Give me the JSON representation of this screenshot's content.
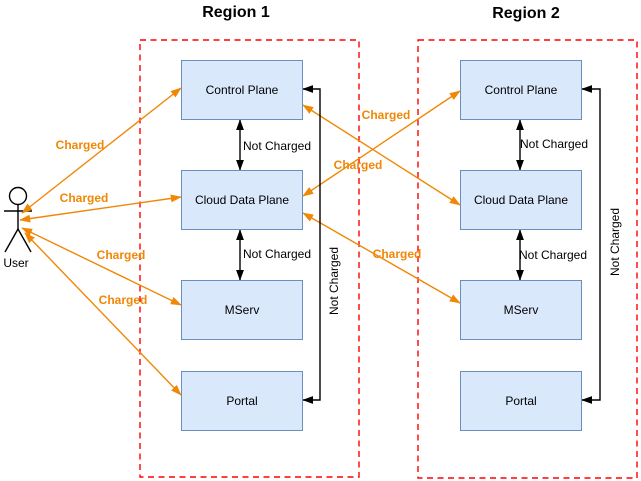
{
  "diagram_title": "",
  "actor": {
    "label": "User"
  },
  "regions": [
    {
      "title": "Region 1",
      "nodes": [
        {
          "label": "Control Plane"
        },
        {
          "label": "Cloud Data Plane"
        },
        {
          "label": "MServ"
        },
        {
          "label": "Portal"
        }
      ]
    },
    {
      "title": "Region 2",
      "nodes": [
        {
          "label": "Control Plane"
        },
        {
          "label": "Cloud Data Plane"
        },
        {
          "label": "MServ"
        },
        {
          "label": "Portal"
        }
      ]
    }
  ],
  "edges": [
    {
      "from": "User",
      "to": "Region 1 / Control Plane",
      "label": "Charged",
      "bidirectional": true
    },
    {
      "from": "User",
      "to": "Region 1 / Cloud Data Plane",
      "label": "Charged",
      "bidirectional": true
    },
    {
      "from": "User",
      "to": "Region 1 / MServ",
      "label": "Charged",
      "bidirectional": true
    },
    {
      "from": "User",
      "to": "Region 1 / Portal",
      "label": "Charged",
      "bidirectional": true
    },
    {
      "from": "Region 1 / Cloud Data Plane",
      "to": "Region 2 / Control Plane",
      "label": "Charged",
      "bidirectional": true
    },
    {
      "from": "Region 1 / Control Plane",
      "to": "Region 2 / Cloud Data Plane",
      "label": "Charged",
      "bidirectional": true
    },
    {
      "from": "Region 1 / Cloud Data Plane",
      "to": "Region 2 / MServ",
      "label": "Charged",
      "bidirectional": true
    },
    {
      "from": "Region 1 / Control Plane",
      "to": "Region 1 / Cloud Data Plane",
      "label": "Not Charged",
      "bidirectional": true
    },
    {
      "from": "Region 1 / Cloud Data Plane",
      "to": "Region 1 / MServ",
      "label": "Not Charged",
      "bidirectional": true
    },
    {
      "from": "Region 1 / Control Plane",
      "to": "Region 1 / Portal",
      "label": "Not Charged",
      "bidirectional": true,
      "label_rotated": true
    },
    {
      "from": "Region 2 / Control Plane",
      "to": "Region 2 / Cloud Data Plane",
      "label": "Not Charged",
      "bidirectional": true
    },
    {
      "from": "Region 2 / Cloud Data Plane",
      "to": "Region 2 / MServ",
      "label": "Not Charged",
      "bidirectional": true
    },
    {
      "from": "Region 2 / Control Plane",
      "to": "Region 2 / Portal",
      "label": "Not Charged",
      "bidirectional": true,
      "label_rotated": true
    }
  ],
  "colors": {
    "charged_edge": "#f08705",
    "not_charged_edge": "#000000",
    "region_border": "#ff0000",
    "node_fill": "#dae8fc",
    "node_border": "#6c8ebf",
    "background": "#ffffff"
  }
}
